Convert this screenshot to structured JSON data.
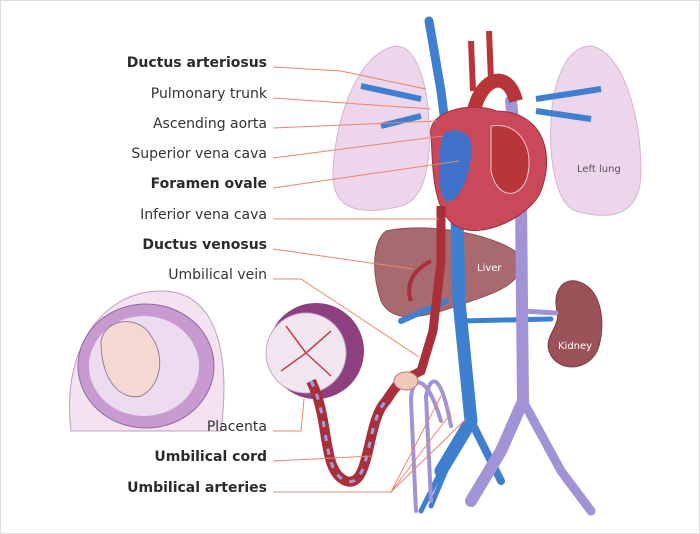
{
  "labels": {
    "ductus_arteriosus": "Ductus arteriosus",
    "pulmonary_trunk": "Pulmonary trunk",
    "ascending_aorta": "Ascending aorta",
    "superior_vena_cava": "Superior vena cava",
    "foramen_ovale": "Foramen ovale",
    "inferior_vena_cava": "Inferior vena cava",
    "ductus_venosus": "Ductus venosus",
    "umbilical_vein": "Umbilical vein",
    "placenta": "Placenta",
    "umbilical_cord": "Umbilical cord",
    "umbilical_arteries": "Umbilical arteries"
  },
  "organs": {
    "left_lung": "Left lung",
    "liver": "Liver",
    "kidney": "Kidney"
  },
  "colors": {
    "leader": "#e8866c",
    "vein": "#3f7fd0",
    "artery": "#b8353a",
    "mixed": "#9a8ad0",
    "lung": "#ecd3ea",
    "liver": "#a5676b"
  }
}
